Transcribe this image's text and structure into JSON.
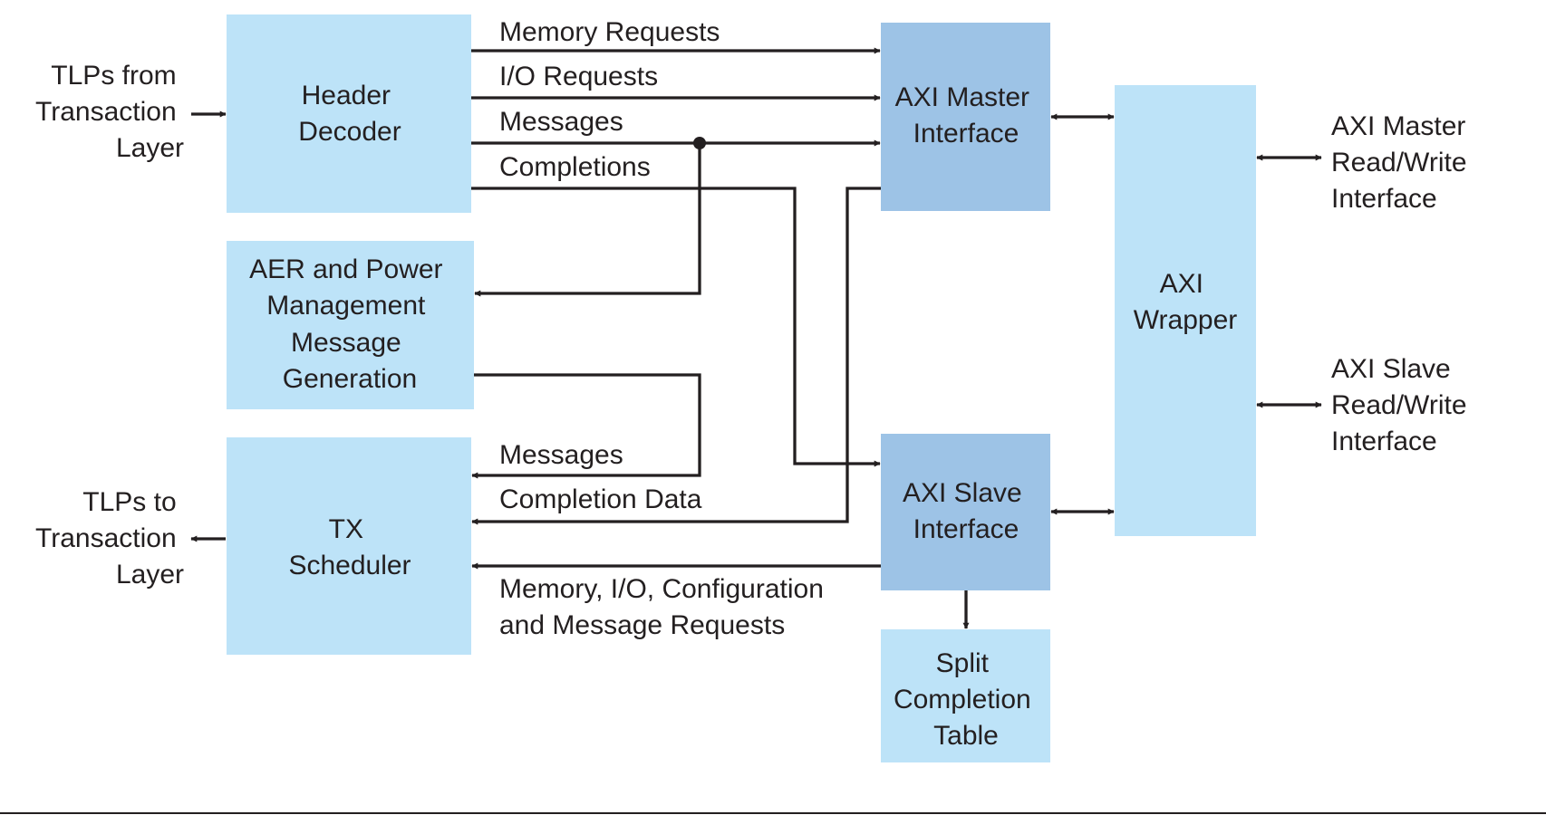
{
  "colors": {
    "light_block": "#bde3f8",
    "dark_block": "#9dc3e6",
    "line": "#231f20",
    "text": "#231f20"
  },
  "blocks": {
    "header_decoder": [
      "Header",
      "Decoder"
    ],
    "aer_power": [
      "AER and Power",
      "Management",
      "Message",
      "Generation"
    ],
    "tx_scheduler": [
      "TX",
      "Scheduler"
    ],
    "axi_master": [
      "AXI Master",
      "Interface"
    ],
    "axi_slave": [
      "AXI Slave",
      "Interface"
    ],
    "split_completion": [
      "Split",
      "Completion",
      "Table"
    ],
    "axi_wrapper": [
      "AXI",
      "Wrapper"
    ]
  },
  "external": {
    "tlps_from": [
      "TLPs from",
      "Transaction",
      "Layer"
    ],
    "tlps_to": [
      "TLPs to",
      "Transaction",
      "Layer"
    ],
    "axi_master_rw": [
      "AXI Master",
      "Read/Write",
      "Interface"
    ],
    "axi_slave_rw": [
      "AXI Slave",
      "Read/Write",
      "Interface"
    ]
  },
  "signals": {
    "memory_requests": "Memory Requests",
    "io_requests": "I/O Requests",
    "messages_top": "Messages",
    "completions": "Completions",
    "messages_bottom": "Messages",
    "completion_data": "Completion Data",
    "requests_out": [
      "Memory, I/O, Configuration",
      "and Message Requests"
    ]
  }
}
